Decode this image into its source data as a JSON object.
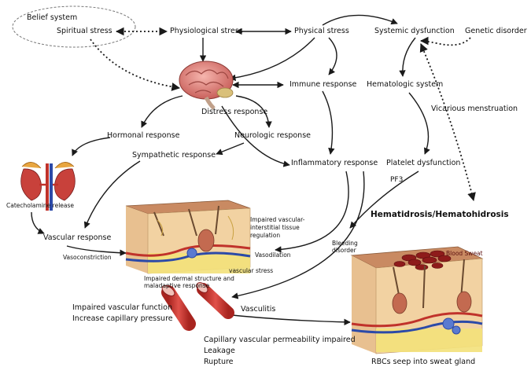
{
  "labels": {
    "belief_system": "Belief system",
    "spiritual_stress": "Spiritual stress",
    "physiological_stress": "Physiological stress",
    "physical_stress": "Physical stress",
    "systemic_dysfunction": "Systemic dysfunction",
    "genetic_disorder": "Genetic disorder",
    "immune_response": "Immune response",
    "hematologic_system": "Hematologic system",
    "vicarious_menstruation": "Vicarious menstruation",
    "distress_response": "Distress response",
    "hormonal_response": "Hormonal response",
    "neurologic_response": "Neurologic response",
    "sympathetic_response": "Sympathetic response",
    "inflammatory_response": "Inflammatory response",
    "platelet_dysfunction": "Platelet dysfunction",
    "pf3": "PF3",
    "catecholamine_release": "Catecholamine release",
    "vascular_response": "Vascular response",
    "vasoconstriction": "Vasoconstriction",
    "impaired_interstitial_line1": "Impaired vascular-",
    "impaired_interstitial_line2": "interstitial tissue",
    "impaired_interstitial_line3": "regulation",
    "vasodilation": "Vasodilation",
    "vascular_stress": "vascular stress",
    "impaired_dermal_line1": "Impaired dermal structure and",
    "impaired_dermal_line2": "maladaptive response",
    "hematidrosis": "Hematidrosis/Hematohidrosis",
    "bleeding_disorder_line1": "Bleeding",
    "bleeding_disorder_line2": "disorder",
    "blood_sweat": "Blood Sweat",
    "impaired_vascular_function": "Impaired vascular function",
    "increase_capillary_pressure": "Increase capillary pressure",
    "vasculitis": "Vasculitis",
    "capillary_permeability": "Capillary vascular permeability impaired",
    "leakage": "Leakage",
    "rupture": "Rupture",
    "rbcs_seep": "RBCs seep into sweat gland"
  },
  "colors": {
    "arrow": "#1a1a1a",
    "brain": "#e8908a",
    "skin_top": "#d9a27a",
    "dermis": "#f2d2a2",
    "fat": "#f3e17a",
    "artery": "#c0322b",
    "vein": "#2c4aa8",
    "blood": "#8e1b1b"
  },
  "icons": [
    "brain-illustration",
    "kidney-adrenal-illustration",
    "skin-cross-section-illustration",
    "blood-vessel-illustration",
    "bleeding-skin-illustration"
  ]
}
